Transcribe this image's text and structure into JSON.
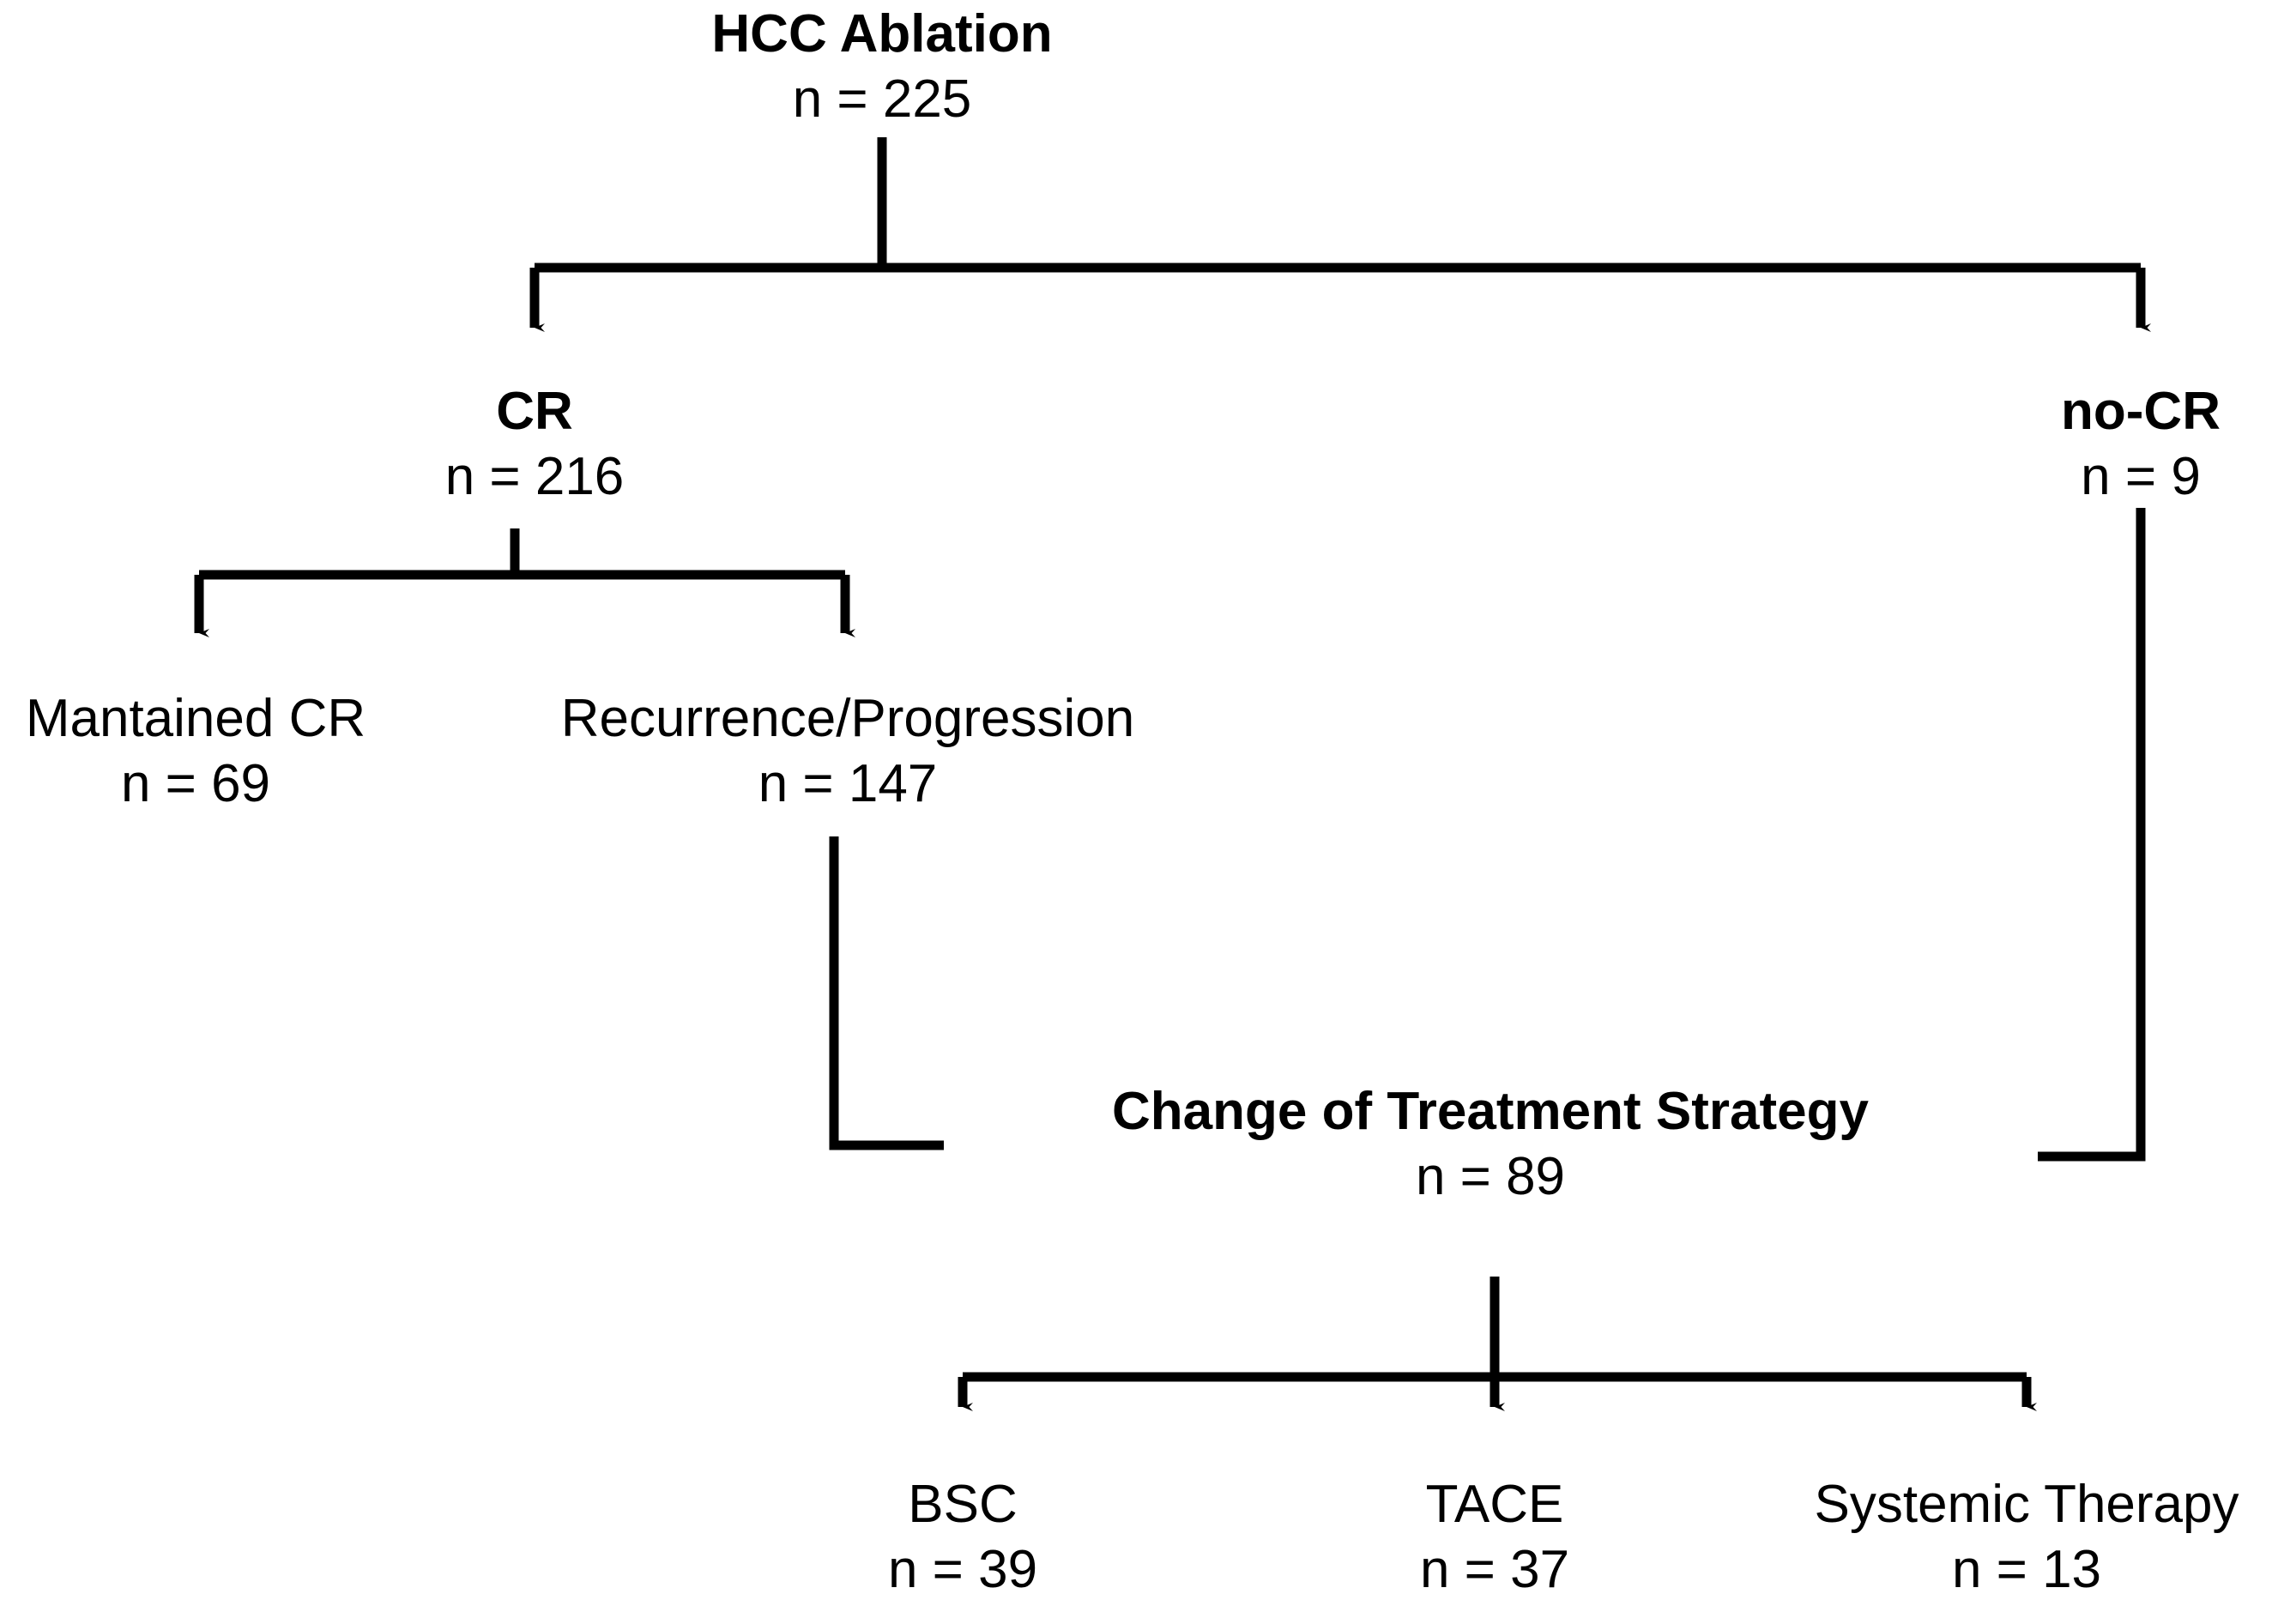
{
  "diagram": {
    "title": "HCC Ablation patient flow",
    "line_color": "#000000",
    "background": "#ffffff",
    "nodes": {
      "root": {
        "label": "HCC Ablation",
        "count": "n = 225"
      },
      "cr": {
        "label": "CR",
        "count": "n = 216"
      },
      "nocr": {
        "label": "no-CR",
        "count": "n = 9"
      },
      "maintained": {
        "label": "Mantained CR",
        "count": "n = 69"
      },
      "recurrence": {
        "label": "Recurrence/Progression",
        "count": "n = 147"
      },
      "change": {
        "label": "Change of Treatment Strategy",
        "count": "n = 89"
      },
      "bsc": {
        "label": "BSC",
        "count": "n = 39"
      },
      "tace": {
        "label": "TACE",
        "count": "n = 37"
      },
      "systemic": {
        "label": "Systemic Therapy",
        "count": "n = 13"
      }
    }
  },
  "chart_data": {
    "type": "diagram",
    "title": "HCC Ablation",
    "nodes": [
      {
        "id": "root",
        "label": "HCC Ablation",
        "n": 225,
        "bold": true,
        "level": 0
      },
      {
        "id": "cr",
        "label": "CR",
        "n": 216,
        "bold": true,
        "level": 1
      },
      {
        "id": "nocr",
        "label": "no-CR",
        "n": 9,
        "bold": true,
        "level": 1
      },
      {
        "id": "maintained",
        "label": "Mantained CR",
        "n": 69,
        "bold": false,
        "level": 2
      },
      {
        "id": "recurrence",
        "label": "Recurrence/Progression",
        "n": 147,
        "bold": false,
        "level": 2
      },
      {
        "id": "change",
        "label": "Change of Treatment Strategy",
        "n": 89,
        "bold": true,
        "level": 3
      },
      {
        "id": "bsc",
        "label": "BSC",
        "n": 39,
        "bold": false,
        "level": 4
      },
      {
        "id": "tace",
        "label": "TACE",
        "n": 37,
        "bold": false,
        "level": 4
      },
      {
        "id": "systemic",
        "label": "Systemic Therapy",
        "n": 13,
        "bold": false,
        "level": 4
      }
    ],
    "edges": [
      {
        "from": "root",
        "to": "cr"
      },
      {
        "from": "root",
        "to": "nocr"
      },
      {
        "from": "cr",
        "to": "maintained"
      },
      {
        "from": "cr",
        "to": "recurrence"
      },
      {
        "from": "recurrence",
        "to": "change"
      },
      {
        "from": "nocr",
        "to": "change"
      },
      {
        "from": "change",
        "to": "bsc"
      },
      {
        "from": "change",
        "to": "tace"
      },
      {
        "from": "change",
        "to": "systemic"
      }
    ]
  }
}
